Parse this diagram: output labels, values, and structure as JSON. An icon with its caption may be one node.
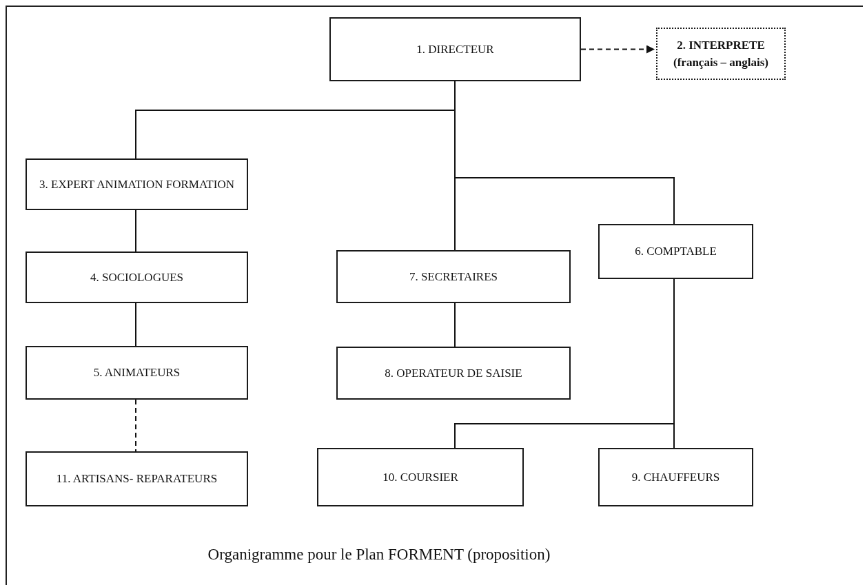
{
  "diagram": {
    "caption": "Organigramme pour le Plan FORMENT (proposition)",
    "nodes": [
      {
        "text": [
          "1. DIRECTEUR"
        ]
      },
      {
        "text": [
          "2. INTERPRETE (français – anglais)"
        ]
      },
      {
        "text": [
          "3. EXPERT ANIMATION FORMATION"
        ]
      },
      {
        "text": [
          "4. SOCIOLOGUES"
        ]
      },
      {
        "text": [
          "5. ANIMATEURS"
        ]
      },
      {
        "text": [
          "11. ARTISANS- REPARATEURS"
        ]
      },
      {
        "text": [
          "7. SECRETAIRES"
        ]
      },
      {
        "text": [
          "8. OPERATEUR DE SAISIE"
        ]
      },
      {
        "text": [
          "6. COMPTABLE"
        ]
      },
      {
        "text": [
          "10. COURSIER"
        ]
      },
      {
        "text": [
          "9. CHAUFFEURS"
        ]
      }
    ],
    "edges": [
      {
        "from": 0,
        "to": 1,
        "arrow": "to",
        "style": "dashed"
      },
      {
        "from": 0,
        "to": 2,
        "arrow": "none"
      },
      {
        "from": 0,
        "to": 6,
        "arrow": "none"
      },
      {
        "from": 0,
        "to": 8,
        "arrow": "none"
      },
      {
        "from": 2,
        "to": 3,
        "arrow": "none"
      },
      {
        "from": 3,
        "to": 4,
        "arrow": "none"
      },
      {
        "from": 4,
        "to": 5,
        "arrow": "none",
        "style": "dashed"
      },
      {
        "from": 6,
        "to": 7,
        "arrow": "none"
      },
      {
        "from": 8,
        "to": 10,
        "arrow": "none"
      },
      {
        "from": 8,
        "to": 9,
        "arrow": "none"
      }
    ]
  }
}
